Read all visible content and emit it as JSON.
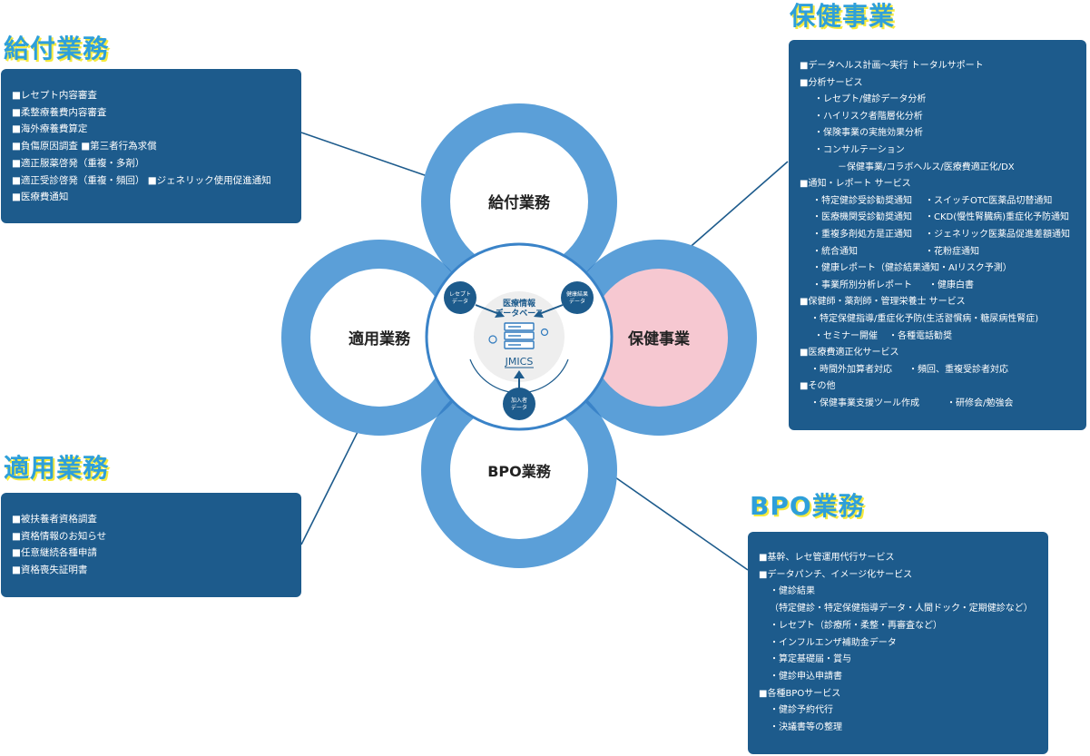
{
  "petals": {
    "top": "給付業務",
    "left": "適用業務",
    "right": "保健事業",
    "bottom": "BPO業務"
  },
  "center": {
    "database_label_line1": "医療情報",
    "database_label_line2": "データベース",
    "logo_text": "JMICS",
    "badge_left_line1": "レセプト",
    "badge_left_line2": "データ",
    "badge_right_line1": "健康結果",
    "badge_right_line2": "データ",
    "badge_bottom_line1": "加入者",
    "badge_bottom_line2": "データ"
  },
  "kyufu": {
    "title": "給付業務",
    "items": [
      "■レセプト内容審査",
      "■柔整療養費内容審査",
      "■海外療養費算定",
      "■負傷原因調査 ■第三者行為求償",
      "■適正服薬啓発（重複・多剤）",
      "■適正受診啓発（重複・頻回） ■ジェネリック使用促進通知",
      "■医療費通知"
    ]
  },
  "tekiyo": {
    "title": "適用業務",
    "items": [
      "■被扶養者資格調査",
      "■資格情報のお知らせ",
      "■任意継続各種申請",
      "■資格喪失証明書"
    ]
  },
  "hoken": {
    "title": "保健事業",
    "rows": {
      "r1": "■データヘルス計画～実行 トータルサポート",
      "r2": "■分析サービス",
      "r3": "・レセプト/健診データ分析",
      "r4": "・ハイリスク者階層化分析",
      "r5": "・保険事業の実施効果分析",
      "r6": "・コンサルテーション",
      "r7": "－保健事業/コラボヘルス/医療費適正化/DX",
      "r8": "■通知・レポート サービス",
      "r9a": "・特定健診受診勧奨通知",
      "r9b": "・スイッチOTC医薬品切替通知",
      "r10a": "・医療機関受診勧奨通知",
      "r10b": "・CKD(慢性腎臓病)重症化予防通知",
      "r11a": "・重複多剤処方是正通知",
      "r11b": "・ジェネリック医薬品促進差額通知",
      "r12a": "・統合通知",
      "r12b": "・花粉症通知",
      "r13": "・健康レポート（健診結果通知・AIリスク予測）",
      "r14a": "・事業所別分析レポート",
      "r14b": "・健康白書",
      "r15": "■保健師・薬剤師・管理栄養士 サービス",
      "r16": "・特定保健指導/重症化予防(生活習慣病・糖尿病性腎症)",
      "r17a": "・セミナー開催",
      "r17b": "・各種電話勧奨",
      "r18": "■医療費適正化サービス",
      "r19a": "・時間外加算者対応",
      "r19b": "・頻回、重複受診者対応",
      "r20": "■その他",
      "r21a": "・保健事業支援ツール作成",
      "r21b": "・研修会/勉強会"
    }
  },
  "bpo": {
    "title": "BPO業務",
    "rows": {
      "r1": "■基幹、レセ管運用代行サービス",
      "r2": "■データパンチ、イメージ化サービス",
      "r3": "・健診結果",
      "r4": "（特定健診・特定保健指導データ・人間ドック・定期健診など）",
      "r5": "・レセプト（診療所・柔整・再審査など）",
      "r6": "・インフルエンザ補助金データ",
      "r7": "・算定基礎届・賞与",
      "r8": "・健診申込申請書",
      "r9": "■各種BPOサービス",
      "r10": "・健診予約代行",
      "r11": "・決議書等の整理"
    }
  },
  "colors": {
    "ring_blue": "#5b9fd8",
    "ring_overlap": "#3a83c8",
    "panel_navy": "#1d5b8c",
    "pink_highlight": "#f6c8d1",
    "title_cyan": "#2e9fda",
    "title_shadow_yellow": "#f6ea3c"
  }
}
